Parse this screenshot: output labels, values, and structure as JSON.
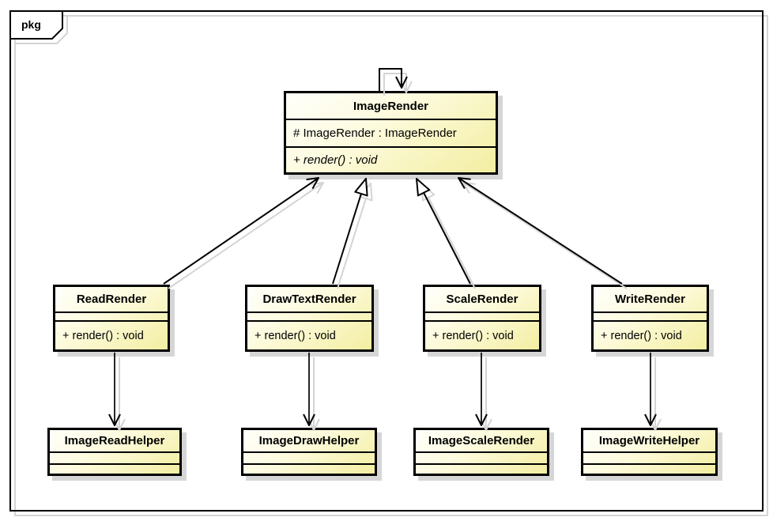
{
  "frame": {
    "label": "pkg"
  },
  "palette": {
    "background": "#ffffff",
    "box_fill_top": "#fffffb",
    "box_fill_bottom": "#f3eea1",
    "box_border": "#000000",
    "box_shadow": "#d6d6d6",
    "line": "#000000",
    "line_shadow": "#d4d4d4"
  },
  "classes": {
    "root": {
      "name": "ImageRender",
      "attribute": "# ImageRender : ImageRender",
      "method": "+ render() : void"
    },
    "subclasses": [
      {
        "name": "ReadRender",
        "method": "+ render() : void"
      },
      {
        "name": "DrawTextRender",
        "method": "+ render() : void"
      },
      {
        "name": "ScaleRender",
        "method": "+ render() : void"
      },
      {
        "name": "WriteRender",
        "method": "+ render() : void"
      }
    ],
    "helpers": [
      {
        "name": "ImageReadHelper"
      },
      {
        "name": "ImageDrawHelper"
      },
      {
        "name": "ImageScaleRender"
      },
      {
        "name": "ImageWriteHelper"
      }
    ]
  },
  "relations": [
    {
      "from": "ImageRender",
      "to": "ImageRender",
      "type": "self-association",
      "arrowhead": "open-v"
    },
    {
      "from": "ReadRender",
      "to": "ImageRender",
      "type": "generalization",
      "arrowhead": "open-v"
    },
    {
      "from": "DrawTextRender",
      "to": "ImageRender",
      "type": "generalization",
      "arrowhead": "hollow-triangle"
    },
    {
      "from": "ScaleRender",
      "to": "ImageRender",
      "type": "generalization",
      "arrowhead": "hollow-triangle"
    },
    {
      "from": "WriteRender",
      "to": "ImageRender",
      "type": "generalization",
      "arrowhead": "open-v"
    },
    {
      "from": "ReadRender",
      "to": "ImageReadHelper",
      "type": "association",
      "arrowhead": "open-v"
    },
    {
      "from": "DrawTextRender",
      "to": "ImageDrawHelper",
      "type": "association",
      "arrowhead": "open-v"
    },
    {
      "from": "ScaleRender",
      "to": "ImageScaleRender",
      "type": "association",
      "arrowhead": "open-v"
    },
    {
      "from": "WriteRender",
      "to": "ImageWriteHelper",
      "type": "association",
      "arrowhead": "open-v"
    }
  ]
}
